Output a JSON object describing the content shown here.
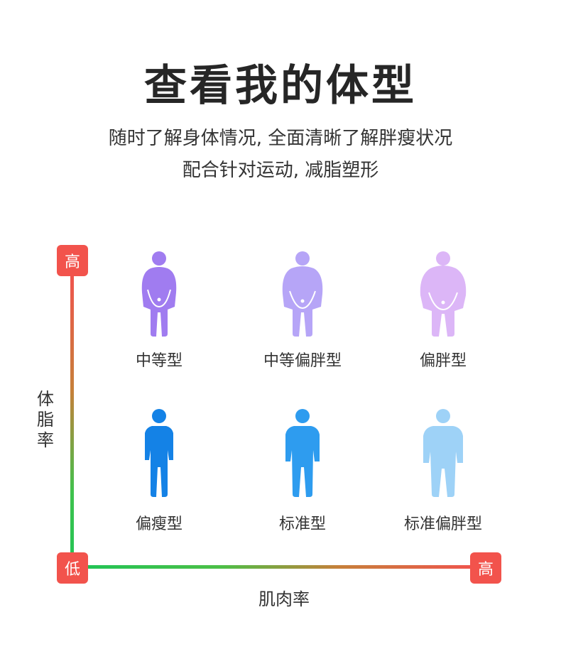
{
  "header": {
    "title": "查看我的体型",
    "subtitle_line1": "随时了解身体情况, 全面清晰了解胖瘦状况",
    "subtitle_line2": "配合针对运动, 减脂塑形"
  },
  "chart": {
    "y_axis_label": "体脂率",
    "x_axis_label": "肌肉率",
    "y_high_badge": "高",
    "origin_badge": "低",
    "x_high_badge": "高"
  },
  "body_types": {
    "top": [
      {
        "label": "中等型",
        "icon": "fat-person-icon",
        "color": "#a07cf0"
      },
      {
        "label": "中等偏胖型",
        "icon": "fat-person-icon",
        "color": "#b6a5f7"
      },
      {
        "label": "偏胖型",
        "icon": "fat-person-icon",
        "color": "#dcb6f7"
      }
    ],
    "bottom": [
      {
        "label": "偏瘦型",
        "icon": "slim-person-icon",
        "color": "#1482e6"
      },
      {
        "label": "标准型",
        "icon": "standard-person-icon",
        "color": "#2e9cef"
      },
      {
        "label": "标准偏胖型",
        "icon": "slightly-fat-person-icon",
        "color": "#9ed2f7"
      }
    ]
  }
}
